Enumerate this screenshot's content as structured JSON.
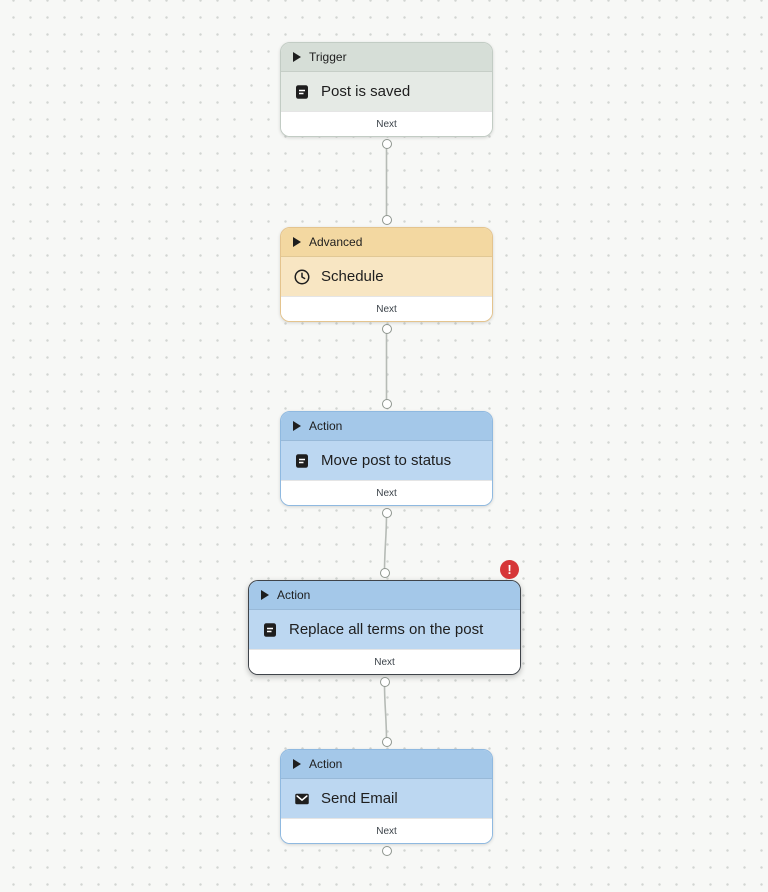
{
  "canvas": {
    "background_color": "#f7f8f6",
    "dot_color": "#d2d5d2",
    "edge_color": "#b6bbb6"
  },
  "nodes": [
    {
      "id": "post-is-saved",
      "category": "Trigger",
      "title": "Post is saved",
      "icon": "document-icon",
      "footer_label": "Next",
      "selected": false,
      "colors": {
        "header": "#d6ded7",
        "body": "#e5eae5",
        "border": "#c2ccc4"
      }
    },
    {
      "id": "schedule",
      "category": "Advanced",
      "title": "Schedule",
      "icon": "clock-icon",
      "footer_label": "Next",
      "selected": false,
      "colors": {
        "header": "#f3d8a1",
        "body": "#f8e6c3",
        "border": "#e4c48e"
      }
    },
    {
      "id": "move-post-to-status",
      "category": "Action",
      "title": "Move post to status",
      "icon": "document-icon",
      "footer_label": "Next",
      "selected": false,
      "colors": {
        "header": "#a4c8e9",
        "body": "#bcd7f1",
        "border": "#8fb9e0"
      }
    },
    {
      "id": "replace-all-terms-on-the-post",
      "category": "Action",
      "title": "Replace all terms on the post",
      "icon": "document-icon",
      "footer_label": "Next",
      "selected": true,
      "error_badge": "!",
      "colors": {
        "header": "#a4c8e9",
        "body": "#bcd7f1",
        "border": "#3f444a"
      }
    },
    {
      "id": "send-email",
      "category": "Action",
      "title": "Send Email",
      "icon": "envelope-icon",
      "footer_label": "Next",
      "selected": false,
      "colors": {
        "header": "#a4c8e9",
        "body": "#bcd7f1",
        "border": "#8fb9e0"
      }
    }
  ],
  "edges": [
    {
      "from": "post-is-saved",
      "to": "schedule"
    },
    {
      "from": "schedule",
      "to": "move-post-to-status"
    },
    {
      "from": "move-post-to-status",
      "to": "replace-all-terms-on-the-post"
    },
    {
      "from": "replace-all-terms-on-the-post",
      "to": "send-email"
    }
  ]
}
